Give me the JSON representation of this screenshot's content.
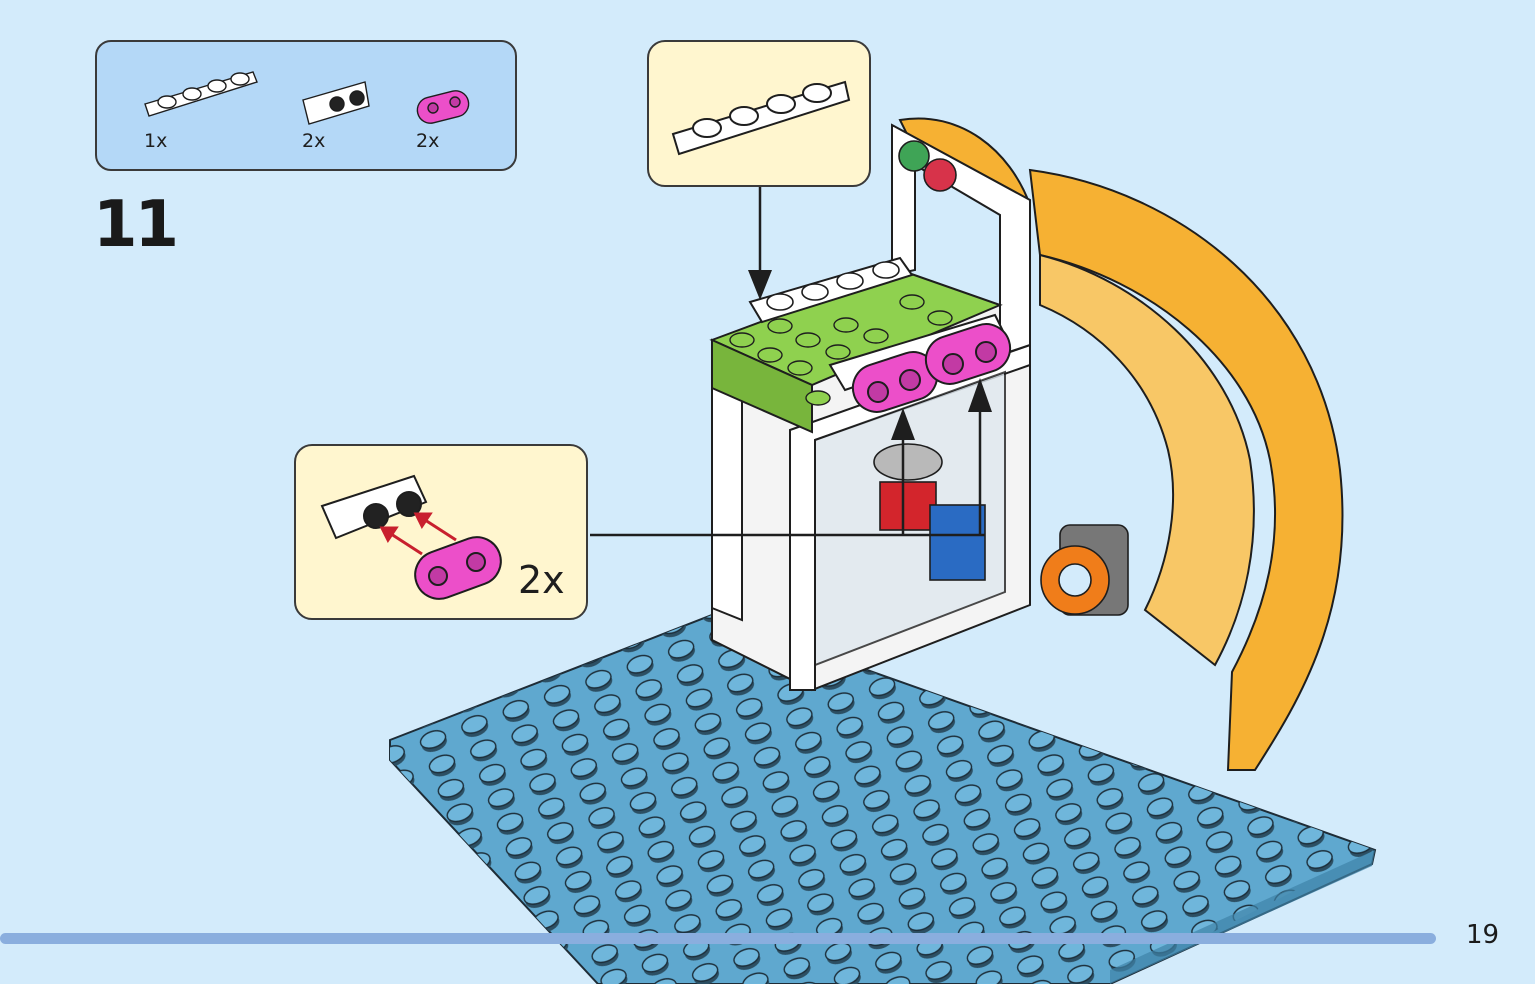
{
  "parts_list": {
    "items": [
      {
        "name": "plate-1x4",
        "color": "#ffffff",
        "quantity": "1x"
      },
      {
        "name": "bracket-1x2",
        "color": "#ffffff",
        "quantity": "2x"
      },
      {
        "name": "plate-1x2-rounded",
        "color": "#ec4fc9",
        "quantity": "2x"
      }
    ]
  },
  "step": {
    "number": "11"
  },
  "subassembly": {
    "quantity": "2x"
  },
  "page": {
    "number": "19"
  },
  "colors": {
    "background": "#d3ebfb",
    "baseplate": "#5fa8cf",
    "slide": "#f6b133",
    "lime": "#8fd14f",
    "magenta": "#ec4fc9",
    "orange": "#f7a12a",
    "callout": "#fff6cf",
    "parts_box": "#b4d8f7",
    "footer_bar": "#8aaede"
  }
}
